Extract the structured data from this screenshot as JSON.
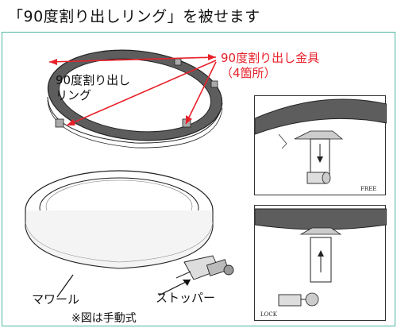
{
  "heading": "「90度割り出しリング」を被せます",
  "labels": {
    "ring_name": "90度割り出し\nリング",
    "fitting_name": "90度割り出し金具\n（4箇所）",
    "mawaru": "マワール",
    "stopper": "ストッパー",
    "note": "※図は手動式"
  },
  "insets": {
    "top_state": "FREE",
    "bottom_state": "LOCK"
  },
  "colors": {
    "frame": "#4fb6a0",
    "accent": "#e8212a"
  }
}
